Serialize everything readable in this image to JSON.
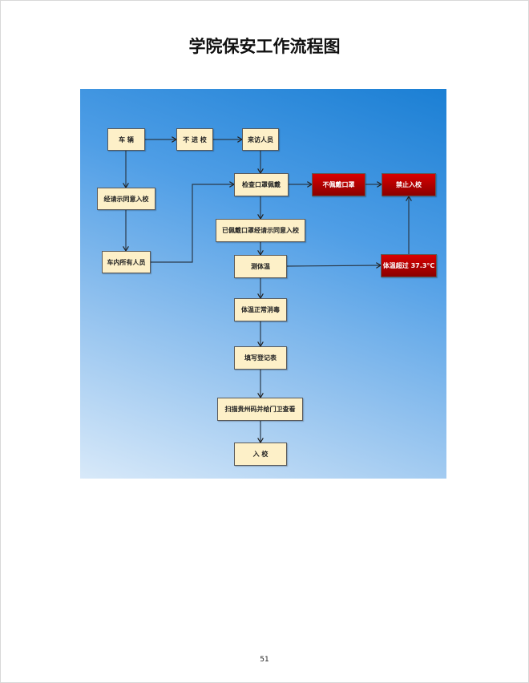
{
  "title": "学院保安工作流程图",
  "page_number": "51",
  "flow": {
    "vehicle": "车 辆",
    "no_entry": "不 进 校",
    "visitors": "来访人员",
    "approved_entry": "经请示同意入校",
    "check_mask": "检查口罩佩戴",
    "no_mask": "不佩戴口罩",
    "forbidden": "禁止入校",
    "masked_approved": "已佩戴口罩经请示同意入校",
    "all_in_vehicle": "车内所有人员",
    "measure_temp": "测体温",
    "temp_over": "体温超过 37.3°C",
    "temp_normal": "体温正常消毒",
    "register": "填写登记表",
    "scan_code": "扫描贵州码并给门卫查看",
    "enter": "入 校"
  },
  "colors": {
    "box": "#fdf0c8",
    "alert": "#c00000",
    "background": "#1b7fd4"
  }
}
